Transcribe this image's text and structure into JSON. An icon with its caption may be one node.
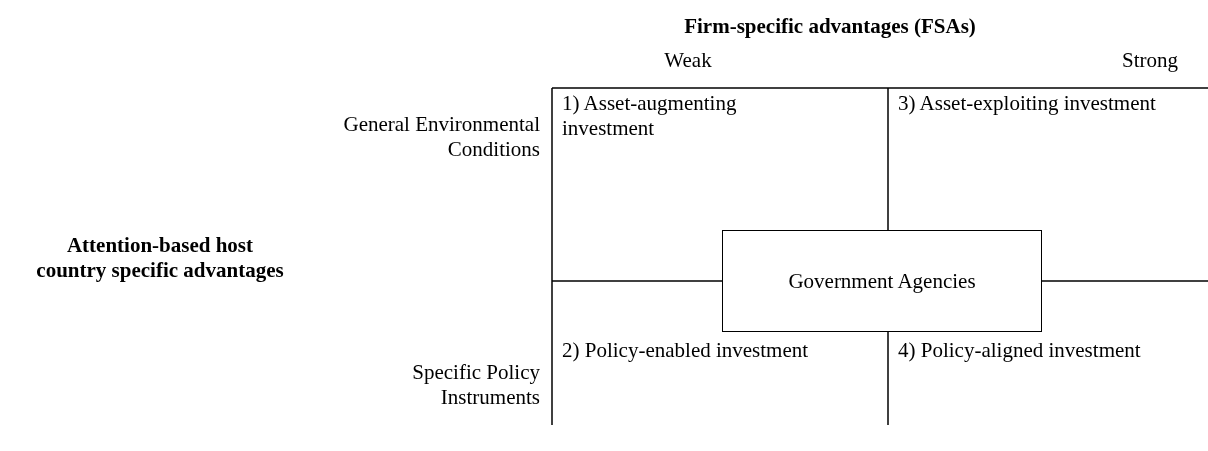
{
  "diagram": {
    "nodes": [
      {
        "text": [
          "Government Agencies"
        ]
      }
    ],
    "labels": [
      "Firm-specific advantages (FSAs)",
      "Weak",
      "Strong",
      "General Environmental Conditions",
      "1) Asset-augmenting investment",
      "3) Asset-exploiting investment",
      "Attention-based host country specific advantages",
      "Specific Policy Instruments",
      "2) Policy-enabled investment",
      "4) Policy-aligned investment"
    ]
  }
}
